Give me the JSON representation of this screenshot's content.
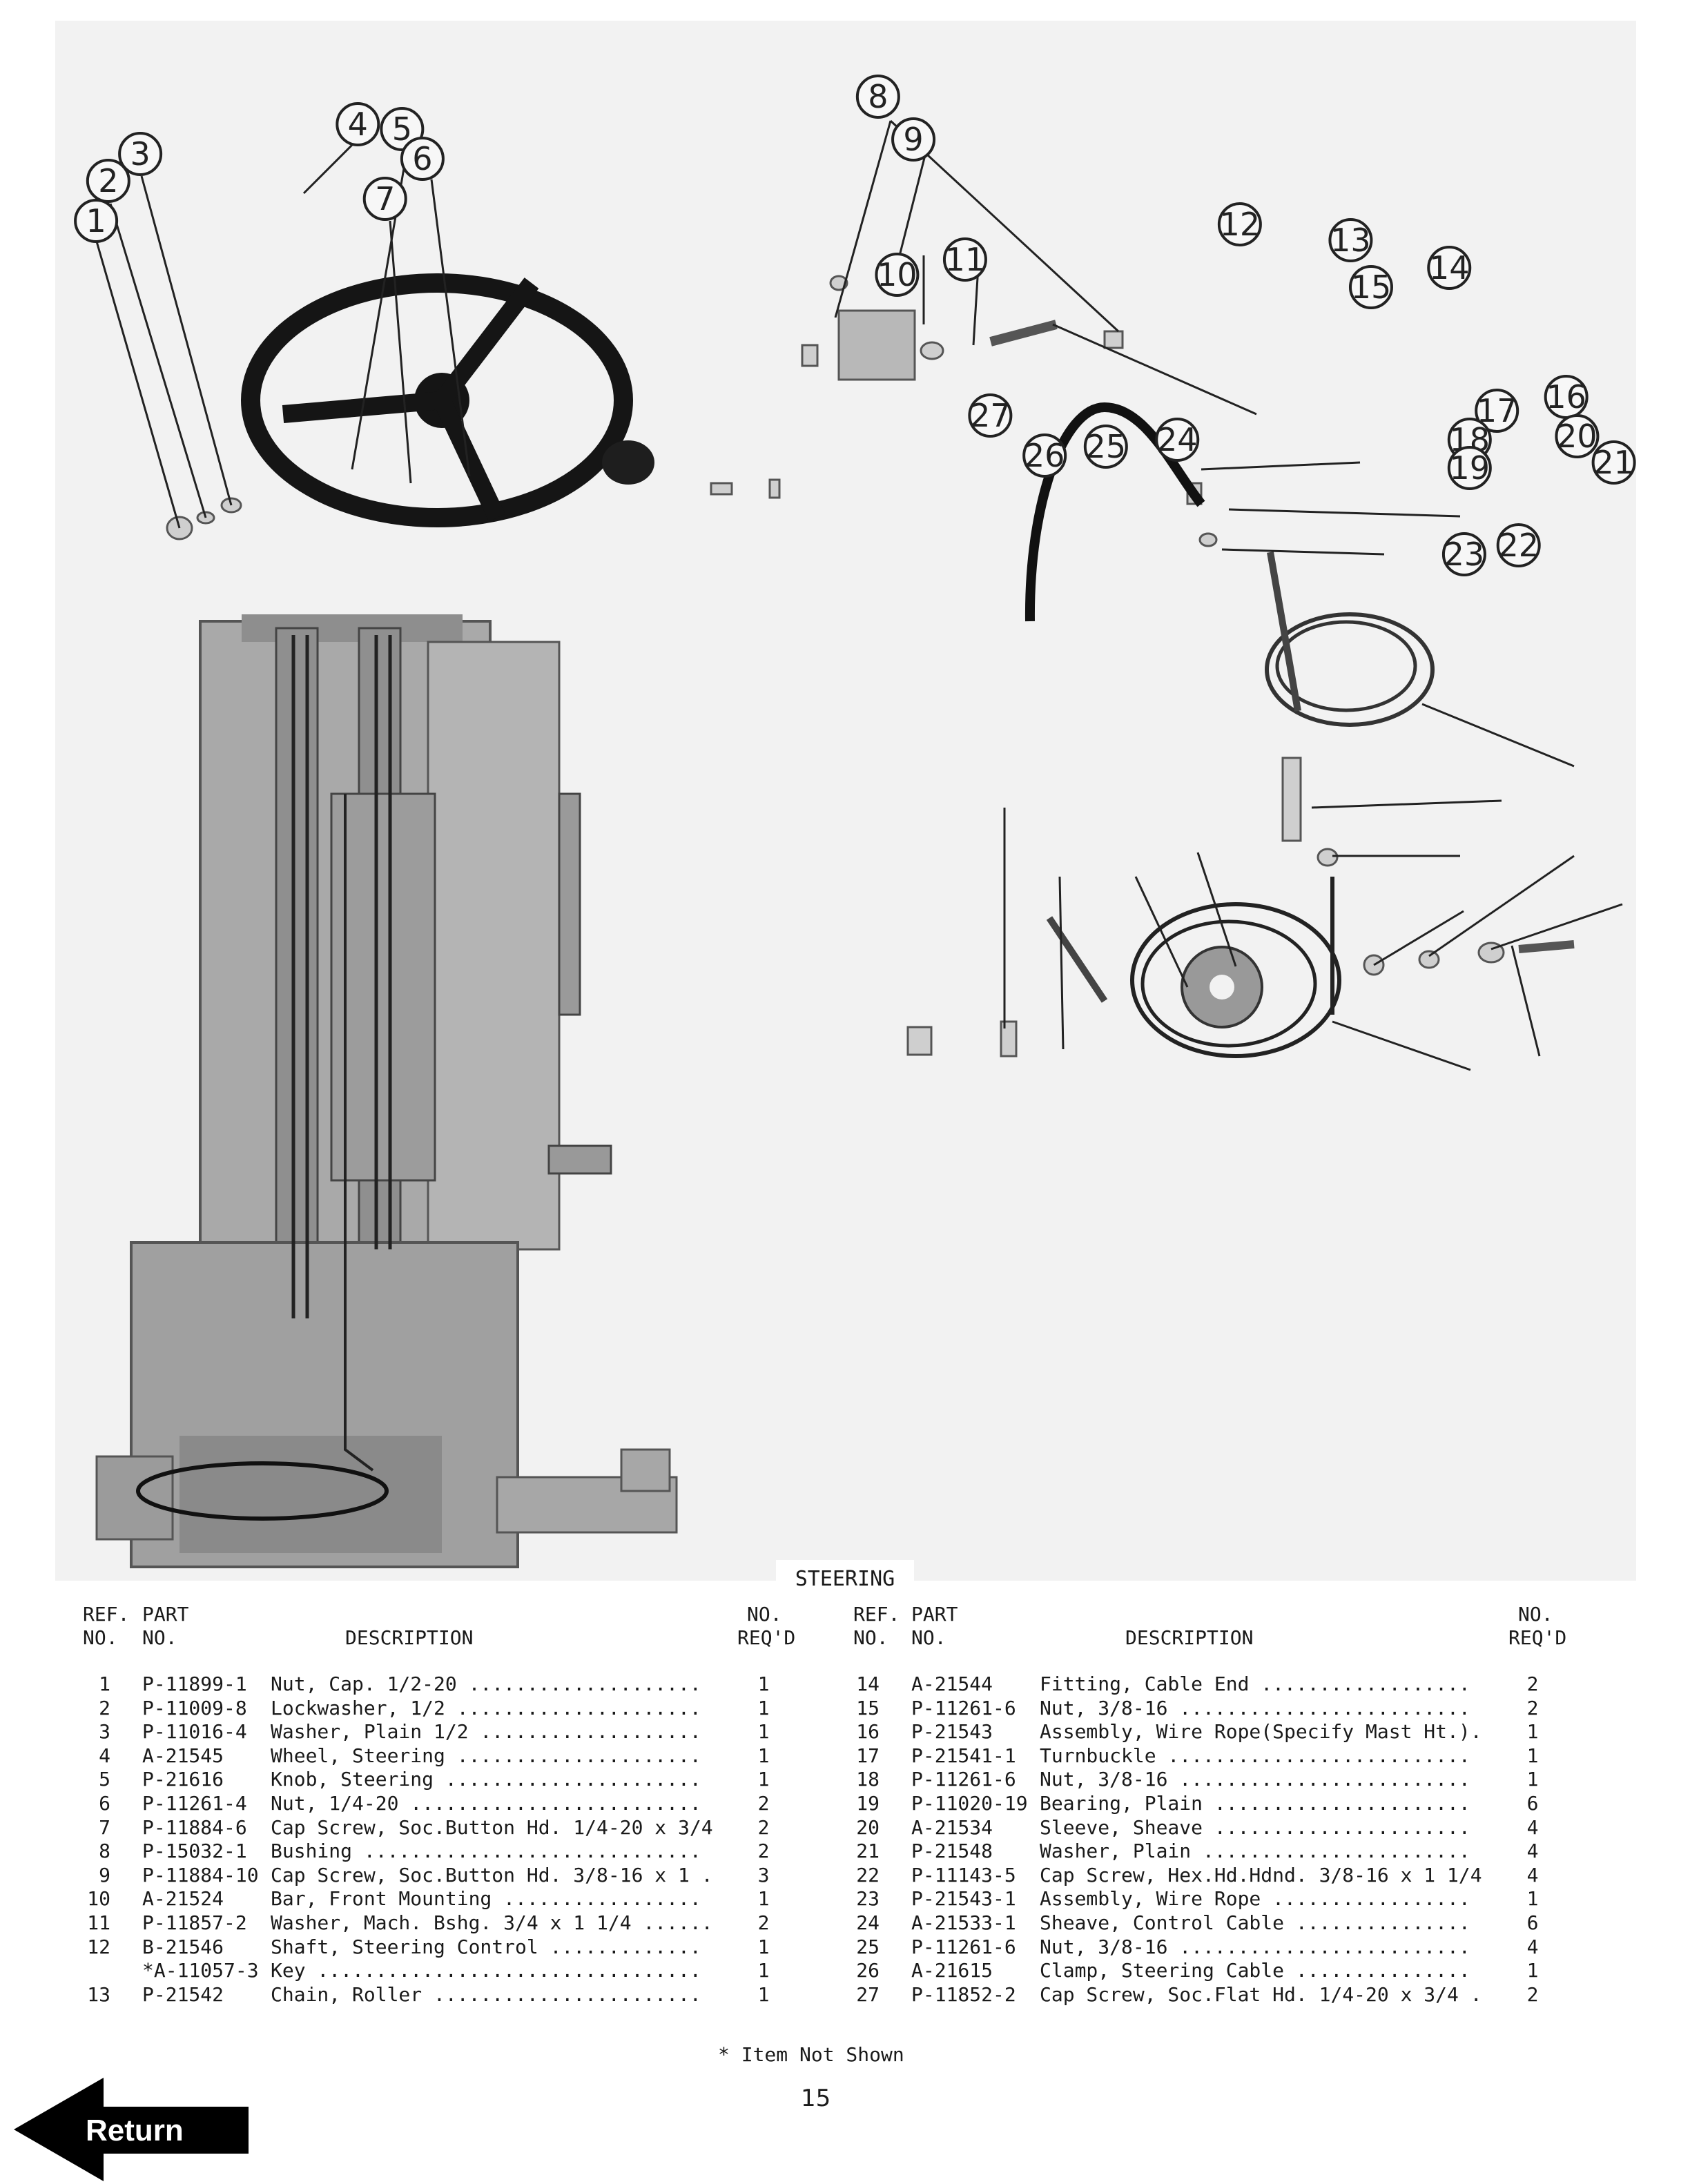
{
  "figure_title": "STEERING",
  "callouts": [
    "1",
    "2",
    "3",
    "4",
    "5",
    "6",
    "7",
    "8",
    "9",
    "10",
    "11",
    "12",
    "13",
    "14",
    "15",
    "16",
    "17",
    "18",
    "19",
    "20",
    "21",
    "22",
    "23",
    "24",
    "25",
    "26",
    "27"
  ],
  "table": {
    "headers": {
      "ref_line1": "REF.",
      "ref_line2": "NO.",
      "part_line1": "PART",
      "part_line2": "NO.",
      "desc": "DESCRIPTION",
      "qty_line1": "NO.",
      "qty_line2": "REQ'D"
    },
    "left_rows": [
      {
        "ref": "1",
        "part": "P-11899-1",
        "desc": "Nut, Cap. 1/2-20 ....................",
        "qty": "1"
      },
      {
        "ref": "2",
        "part": "P-11009-8",
        "desc": "Lockwasher, 1/2 .....................",
        "qty": "1"
      },
      {
        "ref": "3",
        "part": "P-11016-4",
        "desc": "Washer, Plain 1/2 ...................",
        "qty": "1"
      },
      {
        "ref": "4",
        "part": "A-21545",
        "desc": "Wheel, Steering .....................",
        "qty": "1"
      },
      {
        "ref": "5",
        "part": "P-21616",
        "desc": "Knob, Steering ......................",
        "qty": "1"
      },
      {
        "ref": "6",
        "part": "P-11261-4",
        "desc": "Nut, 1/4-20 .........................",
        "qty": "2"
      },
      {
        "ref": "7",
        "part": "P-11884-6",
        "desc": "Cap Screw, Soc.Button Hd. 1/4-20 x 3/4",
        "qty": "2"
      },
      {
        "ref": "8",
        "part": "P-15032-1",
        "desc": "Bushing .............................",
        "qty": "2"
      },
      {
        "ref": "9",
        "part": "P-11884-10",
        "desc": "Cap Screw, Soc.Button Hd. 3/8-16 x 1 .",
        "qty": "3"
      },
      {
        "ref": "10",
        "part": "A-21524",
        "desc": "Bar, Front Mounting .................",
        "qty": "1"
      },
      {
        "ref": "11",
        "part": "P-11857-2",
        "desc": "Washer, Mach. Bshg. 3/4 x 1 1/4 ......",
        "qty": "2"
      },
      {
        "ref": "12",
        "part": "B-21546",
        "desc": "Shaft, Steering Control .............",
        "qty": "1"
      },
      {
        "ref": "",
        "part": "*A-11057-3",
        "desc": "Key .................................",
        "qty": "1"
      },
      {
        "ref": "13",
        "part": "P-21542",
        "desc": "Chain, Roller .......................",
        "qty": "1"
      }
    ],
    "right_rows": [
      {
        "ref": "14",
        "part": "A-21544",
        "desc": "Fitting, Cable End ..................",
        "qty": "2"
      },
      {
        "ref": "15",
        "part": "P-11261-6",
        "desc": "Nut, 3/8-16 .........................",
        "qty": "2"
      },
      {
        "ref": "16",
        "part": "P-21543",
        "desc": "Assembly, Wire Rope(Specify Mast Ht.).",
        "qty": "1"
      },
      {
        "ref": "17",
        "part": "P-21541-1",
        "desc": "Turnbuckle ..........................",
        "qty": "1"
      },
      {
        "ref": "18",
        "part": "P-11261-6",
        "desc": "Nut, 3/8-16 .........................",
        "qty": "1"
      },
      {
        "ref": "19",
        "part": "P-11020-19",
        "desc": "Bearing, Plain ......................",
        "qty": "6"
      },
      {
        "ref": "20",
        "part": "A-21534",
        "desc": "Sleeve, Sheave ......................",
        "qty": "4"
      },
      {
        "ref": "21",
        "part": "P-21548",
        "desc": "Washer, Plain .......................",
        "qty": "4"
      },
      {
        "ref": "22",
        "part": "P-11143-5",
        "desc": "Cap Screw, Hex.Hd.Hdnd. 3/8-16 x 1 1/4",
        "qty": "4"
      },
      {
        "ref": "23",
        "part": "P-21543-1",
        "desc": "Assembly, Wire Rope .................",
        "qty": "1"
      },
      {
        "ref": "24",
        "part": "A-21533-1",
        "desc": "Sheave, Control Cable ...............",
        "qty": "6"
      },
      {
        "ref": "25",
        "part": "P-11261-6",
        "desc": "Nut, 3/8-16 .........................",
        "qty": "4"
      },
      {
        "ref": "26",
        "part": "A-21615",
        "desc": "Clamp, Steering Cable ...............",
        "qty": "1"
      },
      {
        "ref": "27",
        "part": "P-11852-2",
        "desc": "Cap Screw, Soc.Flat Hd. 1/4-20 x 3/4 .",
        "qty": "2"
      }
    ]
  },
  "footnote": "* Item Not Shown",
  "page_number": "15",
  "return_label": "Return"
}
